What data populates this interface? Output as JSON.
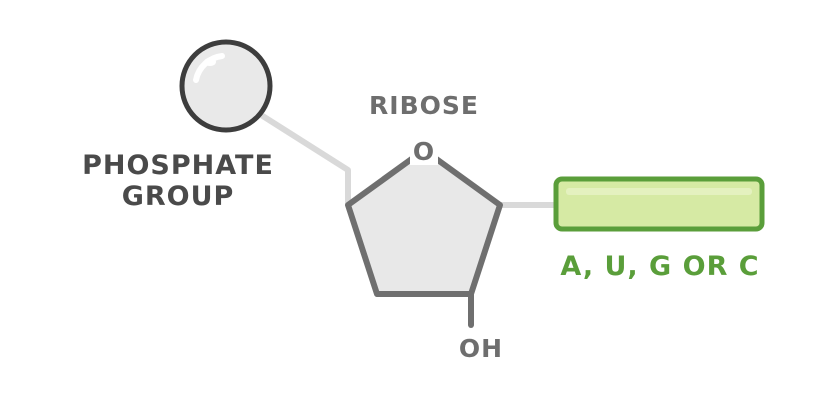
{
  "labels": {
    "phosphate_line1": "PHOSPHATE",
    "phosphate_line2": "GROUP",
    "ribose": "RIBOSE",
    "ring_oxygen": "O",
    "hydroxyl": "OH",
    "base": "A, U, G OR C"
  },
  "colors": {
    "outline": "#6f6f6f",
    "phosphate_outline": "#3d3d3d",
    "fill_grey": "#e8e8e8",
    "connector": "#d9d9d9",
    "base_fill": "#d6eaa4",
    "base_outline": "#5a9e3a",
    "text_dark": "#4a4a4a",
    "text_green": "#5a9e3a"
  }
}
